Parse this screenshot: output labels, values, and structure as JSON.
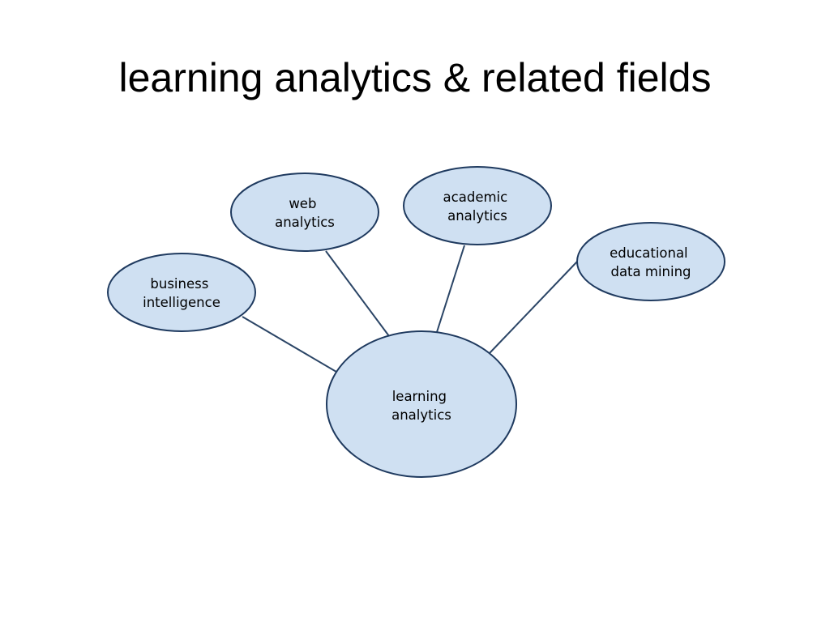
{
  "slide": {
    "title": "learning analytics & related fields"
  },
  "style": {
    "node_fill": "#cfe0f2",
    "node_stroke": "#1f3a5f",
    "edge_color": "#2b4566"
  },
  "diagram": {
    "nodes": [
      {
        "id": "learning-analytics",
        "lines": [
          "learning",
          "analytics"
        ]
      },
      {
        "id": "business-intelligence",
        "lines": [
          "business",
          "intelligence"
        ]
      },
      {
        "id": "web-analytics",
        "lines": [
          "web",
          "analytics"
        ]
      },
      {
        "id": "academic-analytics",
        "lines": [
          "academic",
          "analytics"
        ]
      },
      {
        "id": "educational-data-mining",
        "lines": [
          "educational",
          "data mining"
        ]
      }
    ],
    "edges": [
      {
        "from": "business-intelligence",
        "to": "learning-analytics"
      },
      {
        "from": "web-analytics",
        "to": "learning-analytics"
      },
      {
        "from": "academic-analytics",
        "to": "learning-analytics"
      },
      {
        "from": "educational-data-mining",
        "to": "learning-analytics"
      }
    ]
  }
}
